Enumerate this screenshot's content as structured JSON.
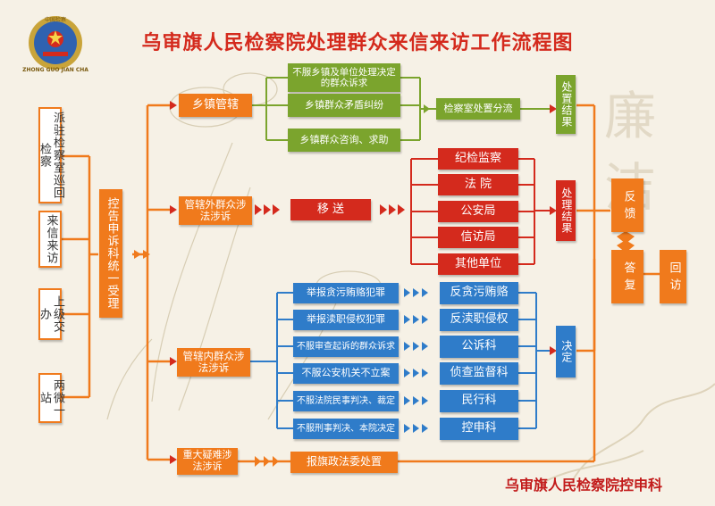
{
  "title": "乌审旗人民检察院处理群众来信来访工作流程图",
  "department": "乌审旗人民检察院控申科",
  "emblem_text": "ZHONG GUO JIAN CHA",
  "emblem_top": "中国检察",
  "watermark": "廉 洁",
  "sources": [
    "派驻检察室巡回检察",
    "来信来访",
    "上级交办",
    "两微一站"
  ],
  "hub": "控告申诉科统一受理",
  "branches": {
    "township": {
      "label": "乡镇管辖",
      "items": [
        "不服乡镇及单位处理决定的群众诉求",
        "乡镇群众矛盾纠纷",
        "乡镇群众咨询、求助"
      ],
      "handler": "检察室处置分流",
      "result": "处置结果"
    },
    "outside": {
      "label": "管辖外群众涉法涉诉",
      "transfer": "移 送",
      "targets": [
        "纪检监察",
        "法 院",
        "公安局",
        "信访局",
        "其他单位"
      ],
      "result": "处理结果"
    },
    "inside": {
      "label": "管辖内群众涉法涉诉",
      "items": [
        "举报贪污贿赂犯罪",
        "举报渎职侵权犯罪",
        "不服审查起诉的群众诉求",
        "不服公安机关不立案",
        "不服法院民事判决、裁定",
        "不服刑事判决、本院决定"
      ],
      "depts": [
        "反贪污贿赂",
        "反渎职侵权",
        "公诉科",
        "侦查监督科",
        "民行科",
        "控申科"
      ],
      "result": "决定"
    },
    "major": {
      "label": "重大疑难涉法涉诉",
      "handler": "报旗政法委处置"
    }
  },
  "feedback": "反 馈",
  "reply": "答 复",
  "return_visit": "回 访",
  "colors": {
    "orange": "#f07a1c",
    "green": "#7ba42d",
    "red": "#d42a1d",
    "blue": "#2f7cc9",
    "background": "#f6f1e6"
  }
}
